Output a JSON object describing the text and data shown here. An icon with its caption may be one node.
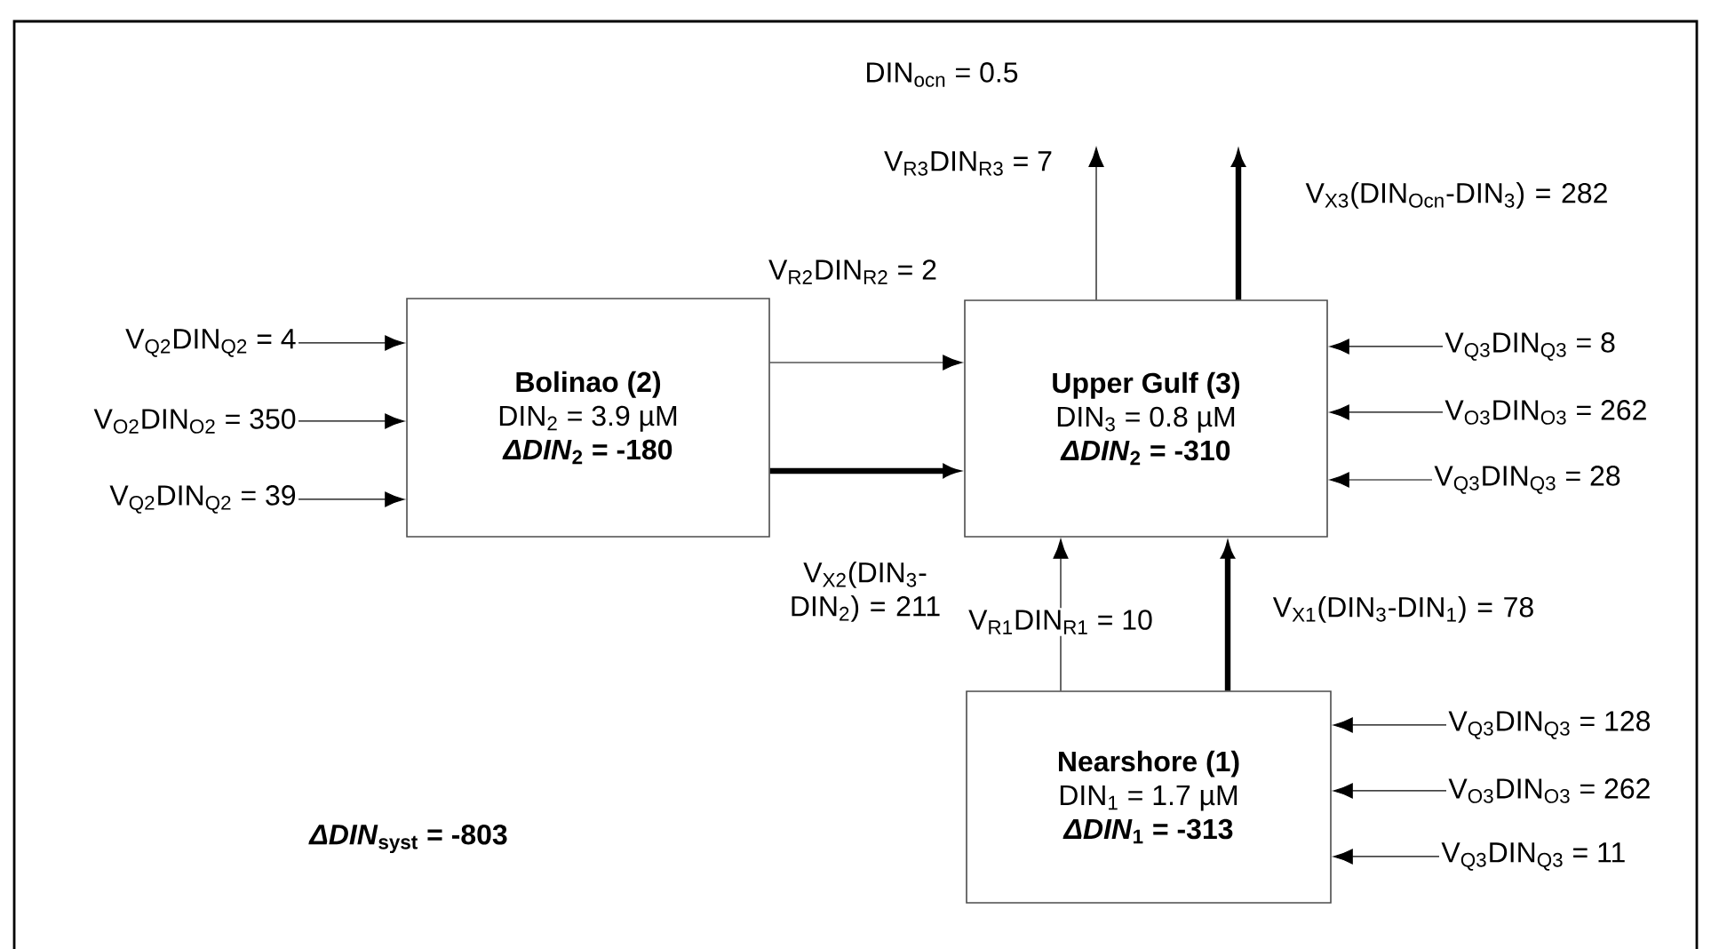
{
  "diagram": {
    "nodes": [
      {
        "text": [
          "Bolinao (2)",
          "DIN$_{2}$ = 3.9 µM",
          "*ΔDIN*$_{2}$ = -180"
        ]
      },
      {
        "text": [
          "Upper Gulf (3)",
          "DIN$_{3}$ = 0.8 µM",
          "*ΔDIN*$_{2}$ = -310"
        ]
      },
      {
        "text": [
          "Nearshore (1)",
          "DIN$_{1}$ = 1.7 µM",
          "*ΔDIN*$_{1}$ = -313"
        ]
      },
      {
        "text": [
          "V$_{Q2}$DIN$_{Q2}$ = 4"
        ]
      },
      {
        "text": [
          "V$_{O2}$DIN$_{O2}$ = 350"
        ]
      },
      {
        "text": [
          "V$_{Q2}$DIN$_{Q2}$ = 39"
        ]
      },
      {
        "text": [
          "V$_{Q3}$DIN$_{Q3}$ = 8"
        ]
      },
      {
        "text": [
          "V$_{O3}$DIN$_{O3}$ = 262"
        ]
      },
      {
        "text": [
          "V$_{Q3}$DIN$_{Q3}$ = 28"
        ]
      },
      {
        "text": [
          "V$_{Q3}$DIN$_{Q3}$ = 128"
        ]
      },
      {
        "text": [
          "V$_{O3}$DIN$_{O3}$ = 262"
        ]
      },
      {
        "text": [
          "V$_{Q3}$DIN$_{Q3}$ = 11"
        ]
      }
    ],
    "edges": [
      {
        "from": 3,
        "to": 0,
        "arrow": "to"
      },
      {
        "from": 4,
        "to": 0,
        "arrow": "to"
      },
      {
        "from": 5,
        "to": 0,
        "arrow": "to"
      },
      {
        "from": 0,
        "to": 1,
        "arrow": "to",
        "label": "V$_{R2}$DIN$_{R2}$ = 2"
      },
      {
        "from": 0,
        "to": 1,
        "arrow": "to",
        "label": "V$_{X2}$(DIN$_{3}$-DIN$_{2}$) = 211",
        "style": "thick"
      },
      {
        "from": 1,
        "to": null,
        "arrow": "to",
        "label": "V$_{R3}$DIN$_{R3}$ = 7"
      },
      {
        "from": 1,
        "to": null,
        "arrow": "to",
        "label": "V$_{X3}$(DIN$_{Ocn}$-DIN$_{3}$) = 282",
        "style": "thick"
      },
      {
        "from": 6,
        "to": 1,
        "arrow": "to"
      },
      {
        "from": 7,
        "to": 1,
        "arrow": "to"
      },
      {
        "from": 8,
        "to": 1,
        "arrow": "to"
      },
      {
        "from": 2,
        "to": 1,
        "arrow": "to",
        "label": "V$_{R1}$DIN$_{R1}$ = 10"
      },
      {
        "from": 2,
        "to": 1,
        "arrow": "to",
        "label": "V$_{X1}$(DIN$_{3}$-DIN$_{1}$) = 78",
        "style": "thick"
      },
      {
        "from": 9,
        "to": 2,
        "arrow": "to"
      },
      {
        "from": 10,
        "to": 2,
        "arrow": "to"
      },
      {
        "from": 11,
        "to": 2,
        "arrow": "to"
      }
    ],
    "labels": [
      "DIN$_{ocn}$ = 0.5",
      "*ΔDIN*$_{syst}$ = -803"
    ]
  }
}
